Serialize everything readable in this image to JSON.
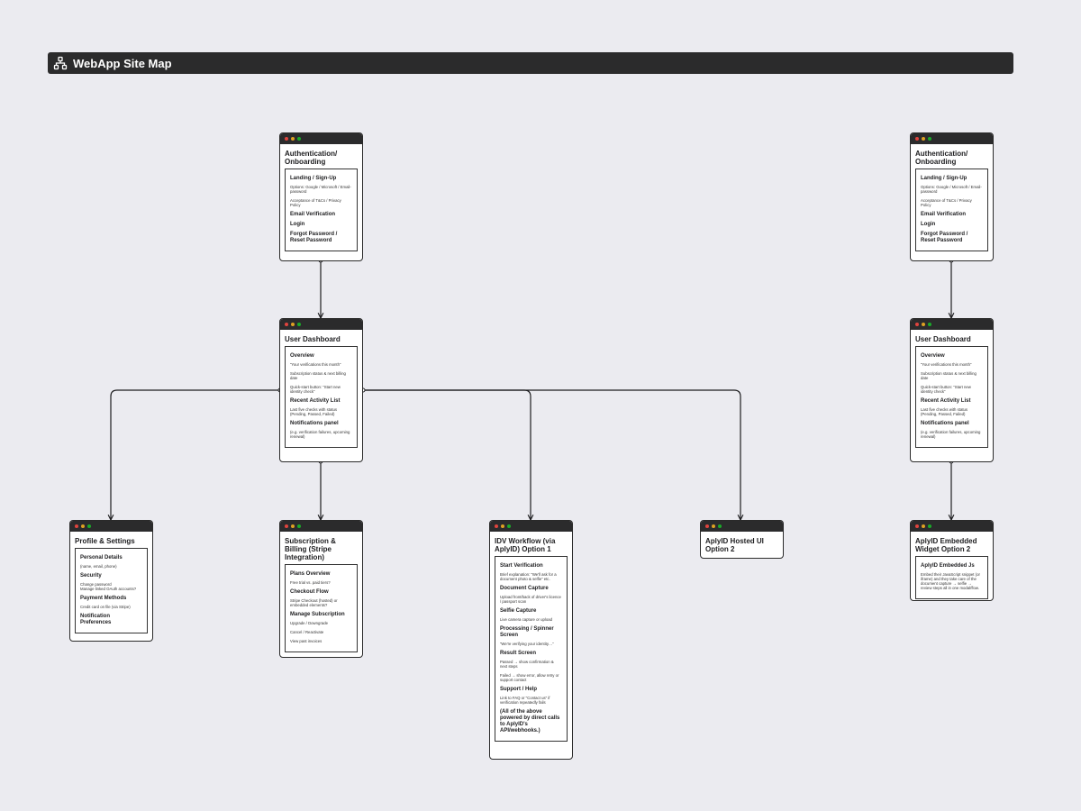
{
  "header": {
    "title": "WebApp Site Map",
    "icon": "sitemap-icon"
  },
  "colors": {
    "background": "#ebebf0",
    "bar": "#2b2b2c",
    "dot_red": "#e0443e",
    "dot_yellow": "#dea123",
    "dot_green": "#1aab29"
  },
  "cards": {
    "auth1": {
      "title": "Authentication/ Onboarding",
      "sections": [
        {
          "title": "Landing / Sign-Up",
          "items": [
            "Options: Google / Microsoft / Email-password",
            "Acceptance of T&Cs / Privacy Policy"
          ]
        },
        {
          "title": "Email Verification",
          "items": []
        },
        {
          "title": "Login",
          "items": []
        },
        {
          "title": "Forgot Password / Reset Password",
          "items": []
        }
      ]
    },
    "dash1": {
      "title": "User Dashboard",
      "sections": [
        {
          "title": "Overview",
          "items": [
            "“Your verifications this month”",
            "Subscription status & next billing date",
            "Quick-start button: “Start new identity check”"
          ]
        },
        {
          "title": "Recent Activity List",
          "items": [
            "Last five checks with status (Pending, Passed, Failed)"
          ]
        },
        {
          "title": "Notifications panel",
          "items": [
            "(e.g. verification failures, upcoming renewal)"
          ]
        }
      ]
    },
    "auth2": {
      "title": "Authentication/ Onboarding",
      "sections": [
        {
          "title": "Landing / Sign-Up",
          "items": [
            "Options: Google / Microsoft / Email-password",
            "Acceptance of T&Cs / Privacy Policy"
          ]
        },
        {
          "title": "Email Verification",
          "items": []
        },
        {
          "title": "Login",
          "items": []
        },
        {
          "title": "Forgot Password / Reset Password",
          "items": []
        }
      ]
    },
    "dash2": {
      "title": "User Dashboard",
      "sections": [
        {
          "title": "Overview",
          "items": [
            "“Your verifications this month”",
            "Subscription status & next billing date",
            "Quick-start button: “Start new identity check”"
          ]
        },
        {
          "title": "Recent Activity List",
          "items": [
            "Last five checks with status (Pending, Passed, Failed)"
          ]
        },
        {
          "title": "Notifications panel",
          "items": [
            "(e.g. verification failures, upcoming renewal)"
          ]
        }
      ]
    },
    "profile": {
      "title": "Profile & Settings",
      "sections": [
        {
          "title": "Personal Details",
          "items": [
            "(name, email, phone)"
          ]
        },
        {
          "title": "Security",
          "items": [
            "Change password\nManage linked OAuth accounts?"
          ]
        },
        {
          "title": "Payment Methods",
          "items": [
            "Credit card on file (via Stripe)"
          ]
        },
        {
          "title": "Notification Preferences",
          "items": []
        }
      ]
    },
    "billing": {
      "title": "Subscription & Billing (Stripe Integration)",
      "sections": [
        {
          "title": "Plans Overview",
          "items": [
            "Free trial vs. paid tiers?"
          ]
        },
        {
          "title": "Checkout Flow",
          "items": [
            "Stripe Checkout (hosted) or embedded elements?"
          ]
        },
        {
          "title": "Manage Subscription",
          "items": [
            "Upgrade / Downgrade",
            "Cancel / Reactivate",
            "View past invoices"
          ]
        }
      ]
    },
    "idv": {
      "title": "IDV Workflow (via AplyID) Option 1",
      "sections": [
        {
          "title": "Start Verification",
          "items": [
            "Brief explanation: “We'll ask for a document photo & selfie” etc."
          ]
        },
        {
          "title": "Document Capture",
          "items": [
            "Upload front/back of driver's licence / passport scan"
          ]
        },
        {
          "title": "Selfie Capture",
          "items": [
            "Live camera capture or upload"
          ]
        },
        {
          "title": "Processing / Spinner Screen",
          "items": [
            "“We're verifying your identity…”"
          ]
        },
        {
          "title": "Result Screen",
          "items": [
            "Passed → show confirmation & next steps",
            "Failed → show error, allow retry or support contact"
          ]
        },
        {
          "title": "Support / Help",
          "items": [
            "Link to FAQ or “Contact us” if verification repeatedly fails"
          ]
        },
        {
          "title": "(All of the above powered by direct calls to AplyID's API/webhooks.)",
          "items": []
        }
      ]
    },
    "hosted": {
      "title": "AplyID Hosted UI Option 2",
      "sections": []
    },
    "embedded": {
      "title": "AplyID Embedded Widget Option 2",
      "sections": [
        {
          "title": "AplyID Embedded Js",
          "items": [
            "Embed their JavaScript snippet (or iframe) and they take care of the document capture → selfie → review steps all in one modal/flow."
          ]
        }
      ]
    }
  }
}
